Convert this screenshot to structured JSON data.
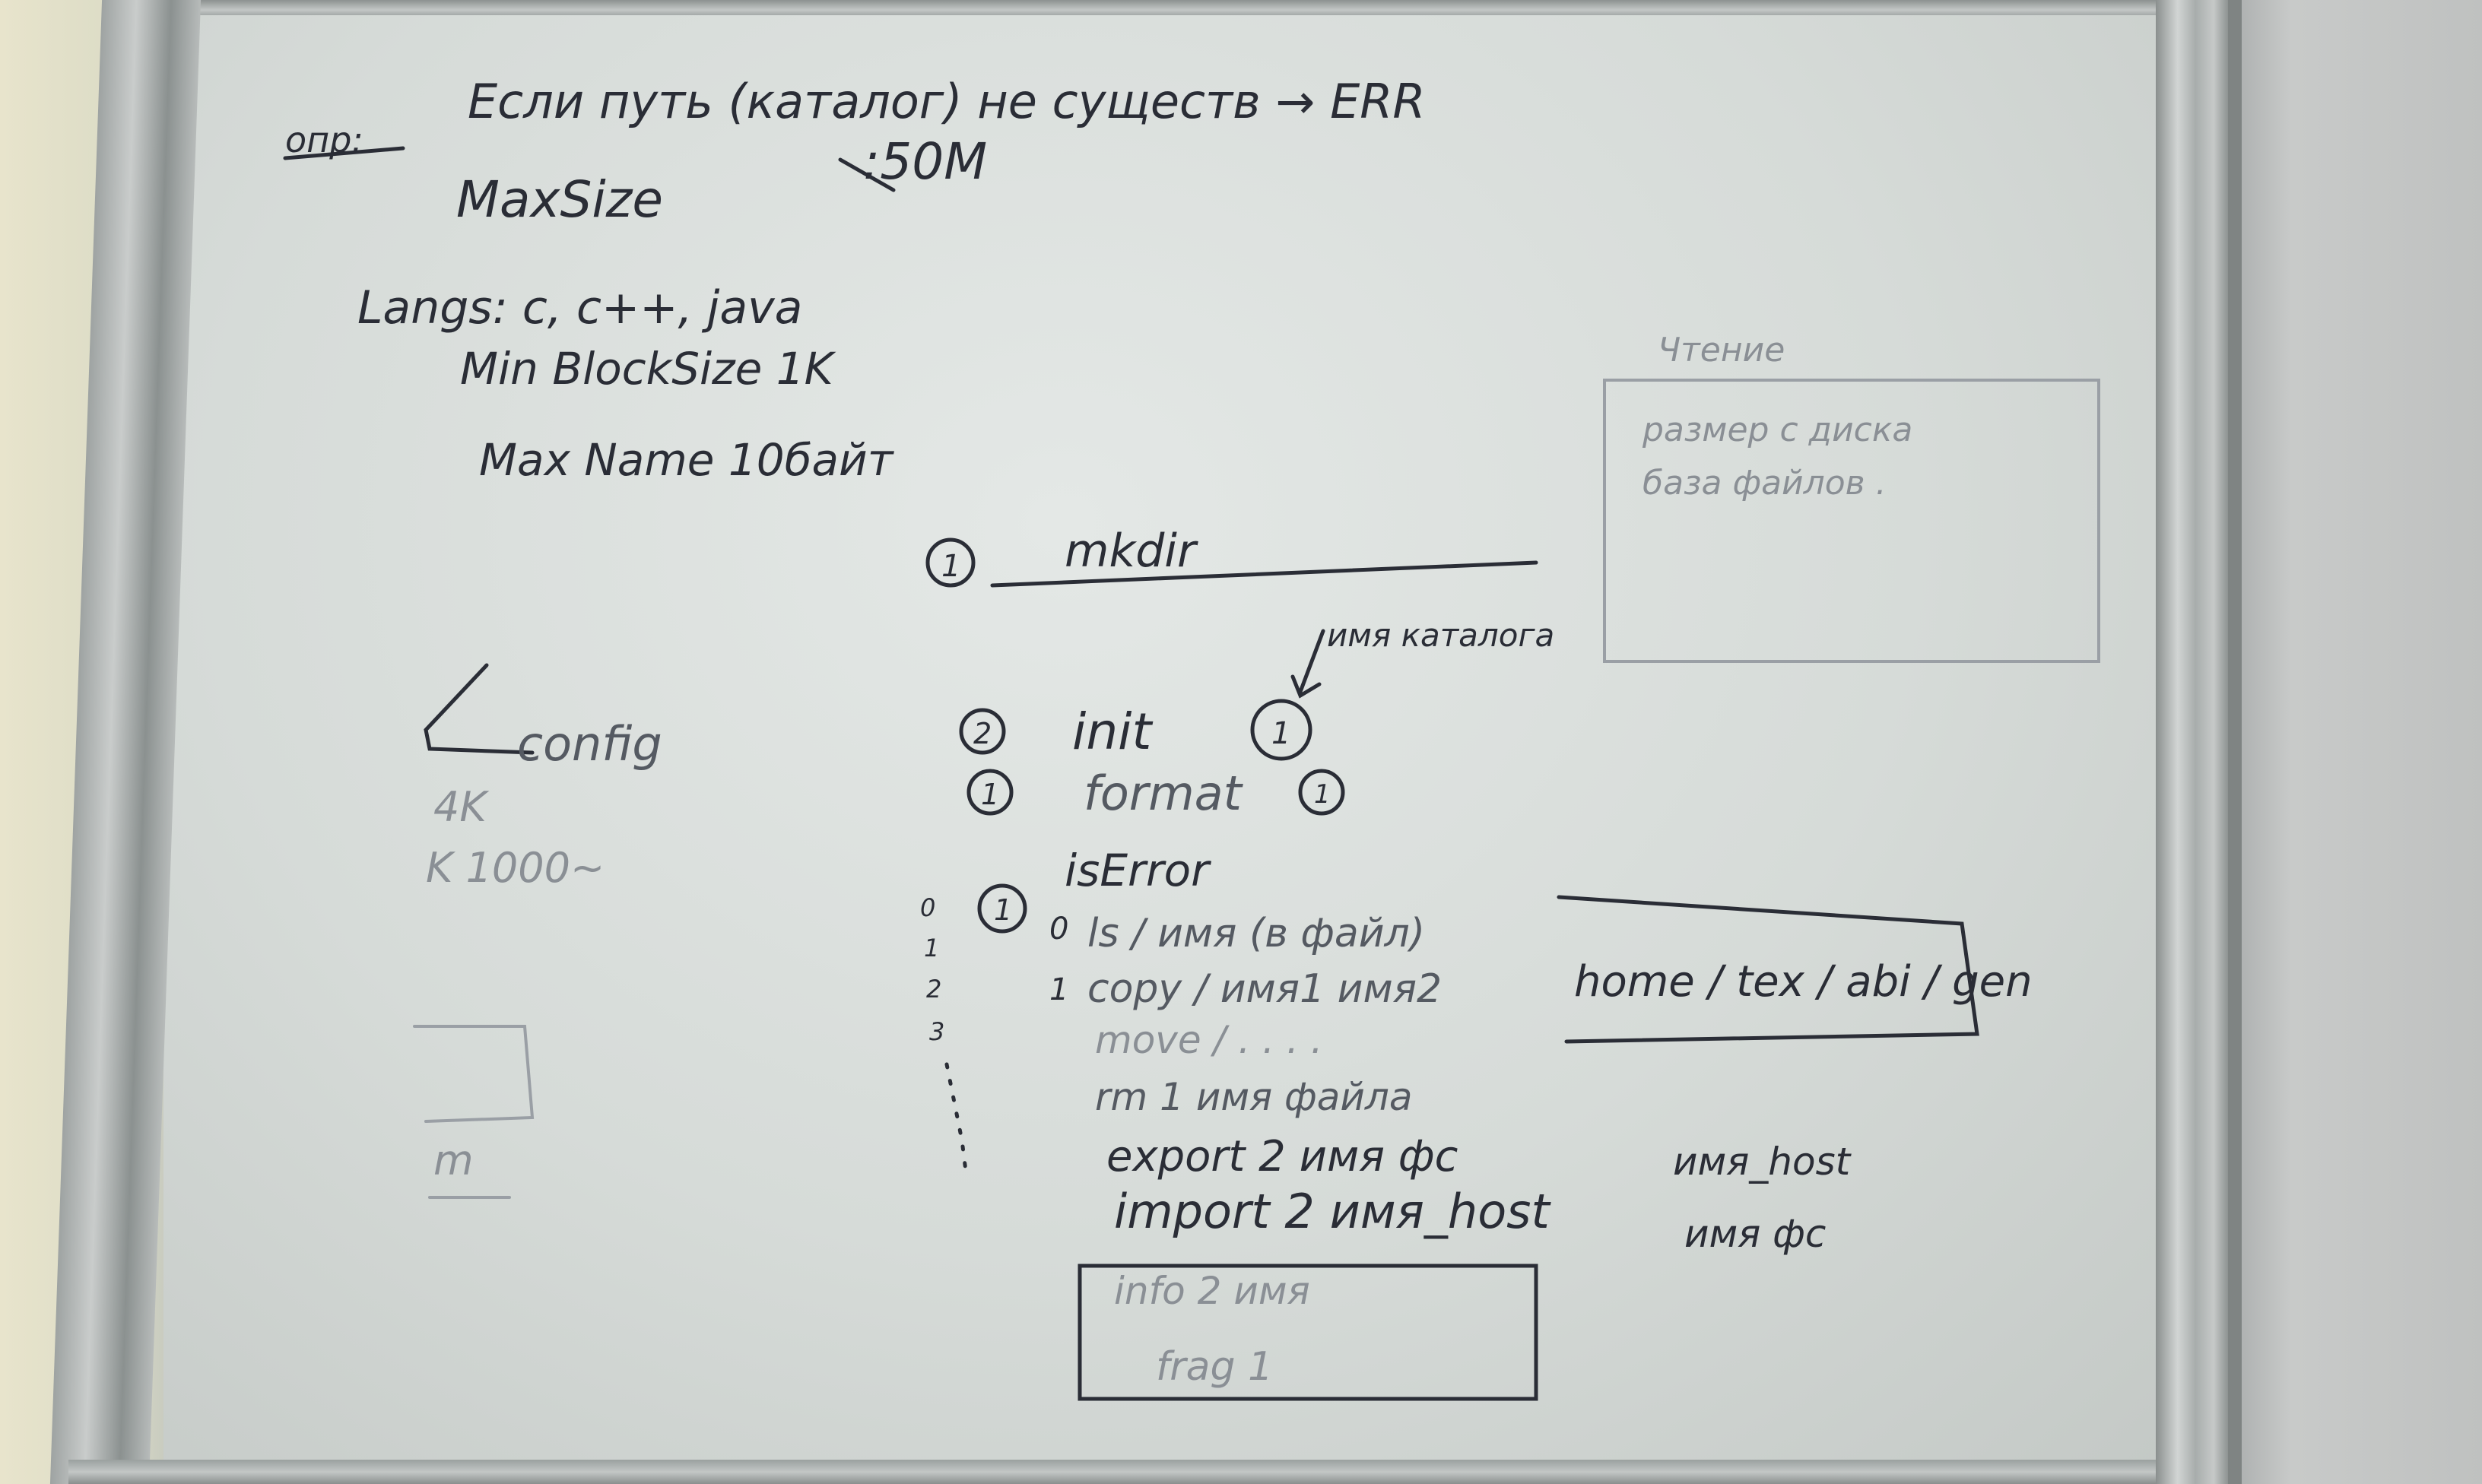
{
  "board": {
    "top": {
      "marker": "опр:",
      "line1": "Если путь (каталог) не существ → ERR",
      "max_size_label": "MaxSize",
      "max_size_value": ":50M",
      "langs": "Langs:  c, c++, java",
      "min_block": "Min  BlockSize  1K",
      "max_name": "Max Name  10байт"
    },
    "left": {
      "config": "config",
      "config_line1": "4K",
      "config_line2": "K 1000~"
    },
    "side_box": {
      "line1": "Чтение",
      "line2": "размер с диска",
      "line3": "база файлов ."
    },
    "commands": {
      "mkdir": "mkdir",
      "mkdir_num": "1",
      "catalog_name": "имя каталога",
      "init": "init",
      "init_num": "2",
      "init_arg": "1",
      "format": "format",
      "format_num": "1",
      "format_arg": "1",
      "is_error": "isError",
      "ls": "ls / имя (в файл)",
      "ls_num": "1",
      "ls_index": "0",
      "copy": "copy / имя1  имя2",
      "copy_index": "1",
      "path": "home / tex / abi / gen",
      "move": "move / . . . .",
      "rm": "rm  1  имя файла",
      "export": "export  2  имя фс",
      "export_host": "имя_host",
      "import": "import  2  имя_host",
      "import_fs": "имя фс",
      "info": "info  2  имя",
      "frag": "frag 1",
      "index_0": "0",
      "index_1": "1",
      "index_2": "2",
      "index_3": "3"
    },
    "corner_box": {
      "text": "m"
    }
  }
}
